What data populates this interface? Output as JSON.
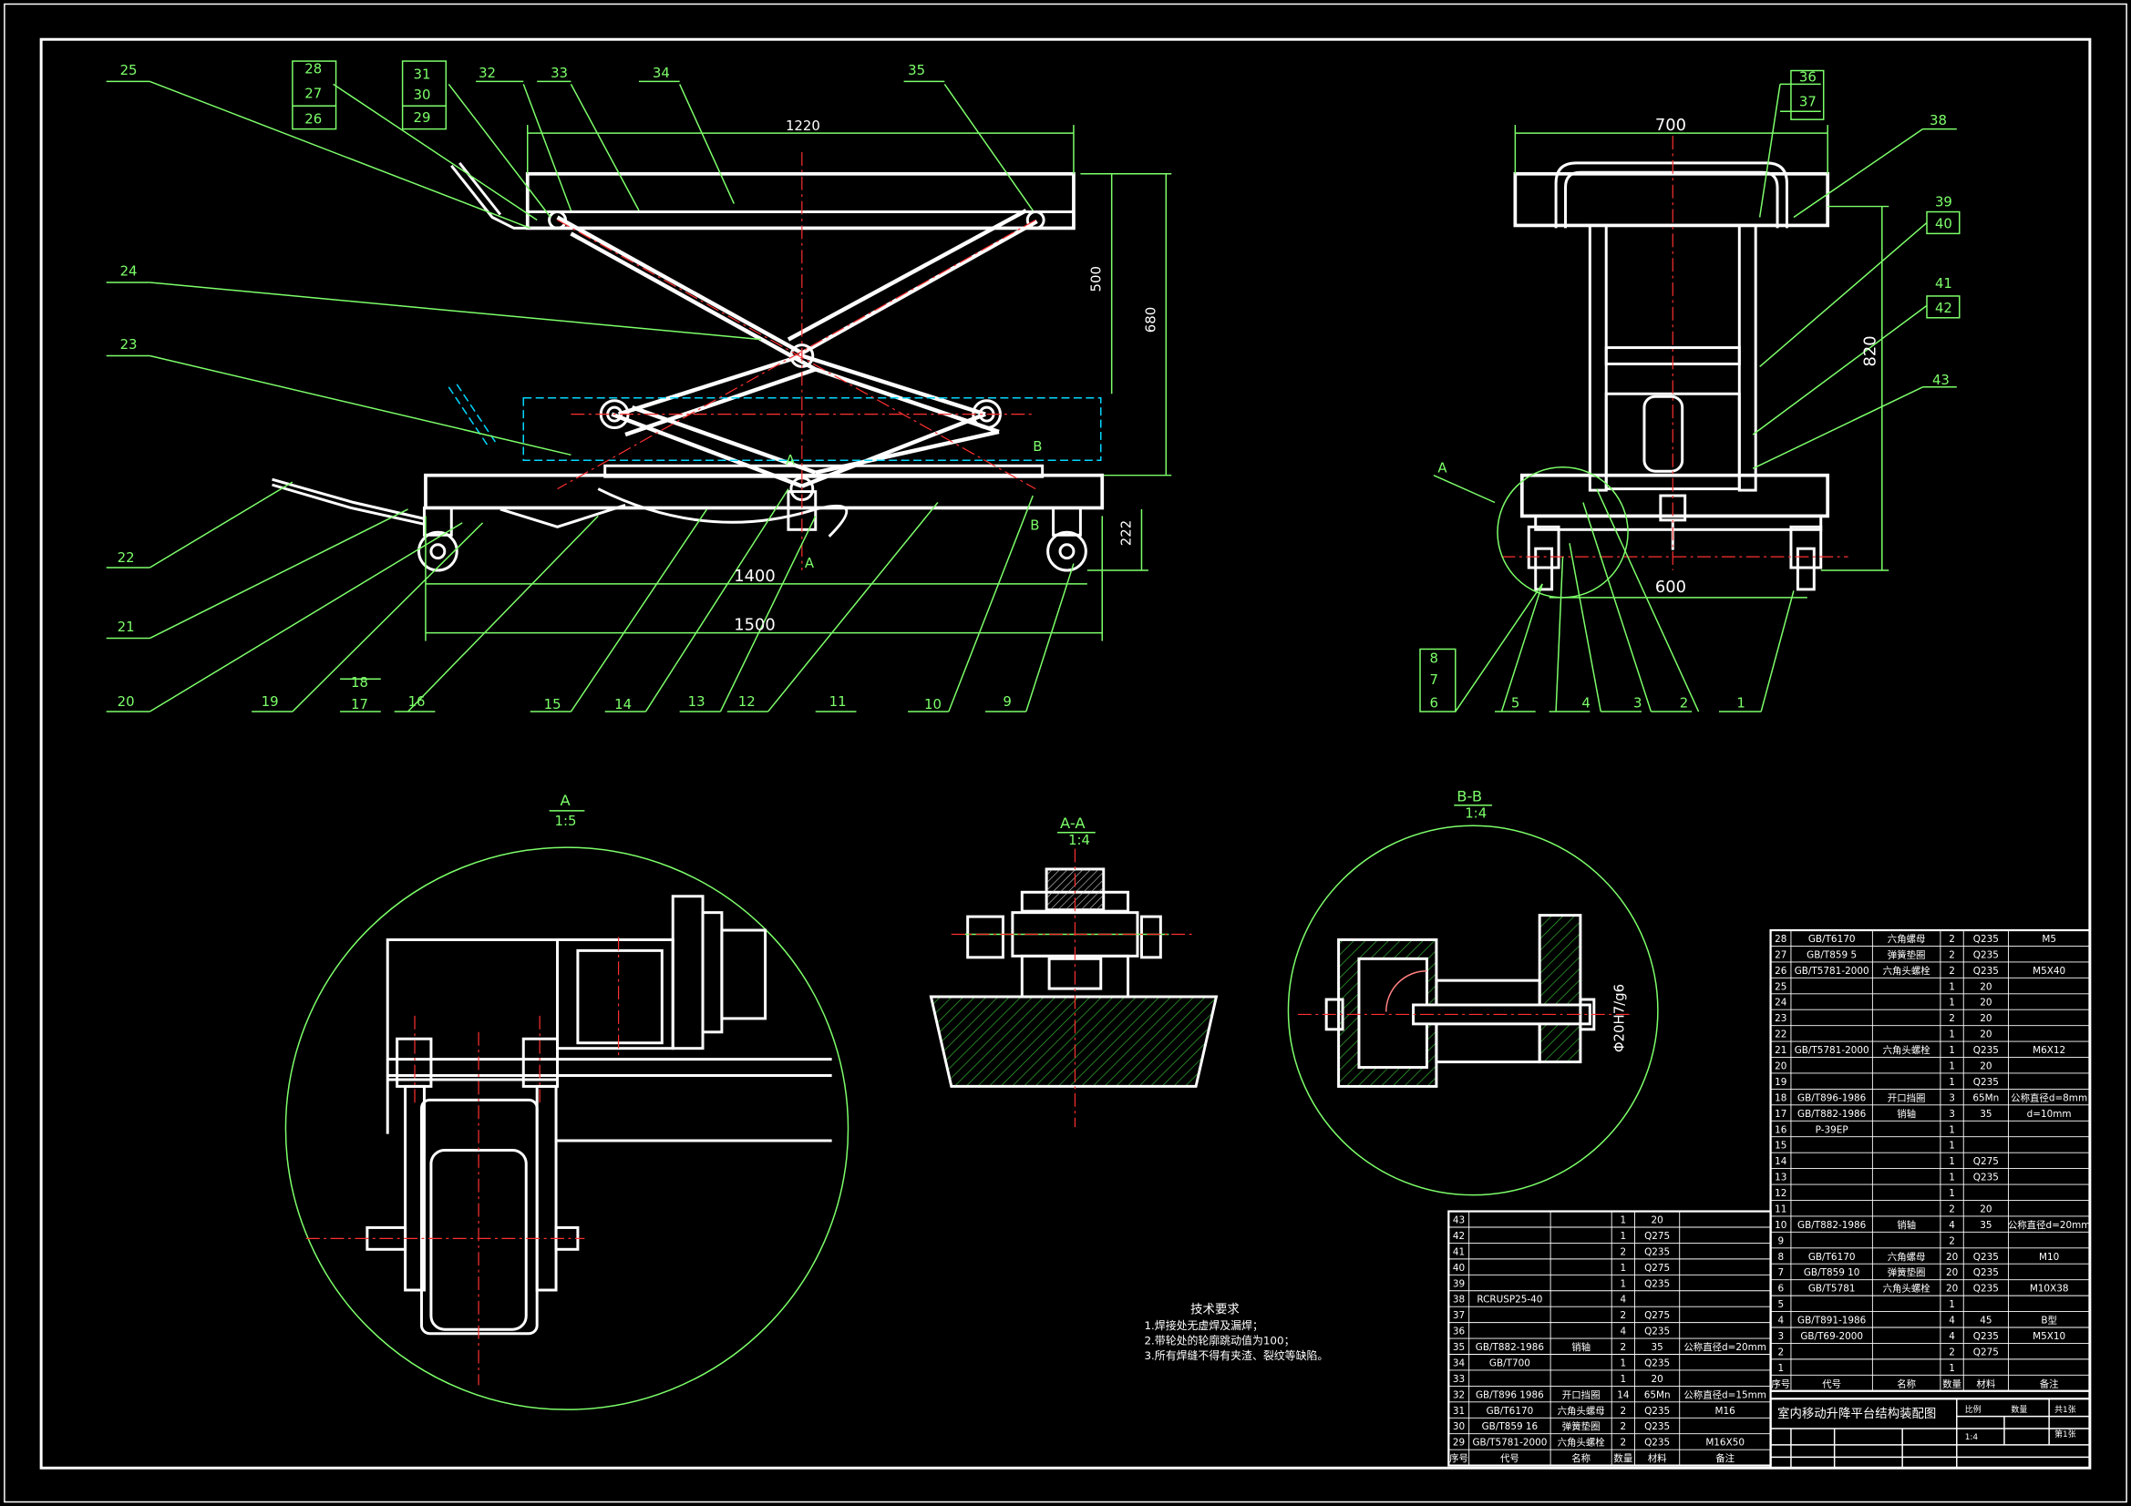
{
  "main_view": {
    "dims": {
      "top_width": "1220",
      "height_500": "500",
      "height_680": "680",
      "height_222": "222",
      "length_1400": "1400",
      "length_1500": "1500"
    },
    "section_marks": {
      "a_top": "A",
      "a_bottom": "A",
      "b_left": "B",
      "b_right": "B"
    },
    "callouts_top": [
      "25",
      "28",
      "27",
      "26",
      "31",
      "30",
      "29",
      "32",
      "33",
      "34",
      "35"
    ],
    "callouts_left": [
      "24",
      "23",
      "22",
      "21"
    ],
    "callouts_bottom": [
      "20",
      "19",
      "18",
      "17",
      "16",
      "15",
      "14",
      "13",
      "12",
      "11",
      "10",
      "9"
    ]
  },
  "side_view": {
    "dims": {
      "width_700": "700",
      "height_820": "820",
      "width_600": "600"
    },
    "detail_mark": "A",
    "callouts_top": [
      "36",
      "37",
      "38",
      "39",
      "40",
      "41",
      "42",
      "43"
    ],
    "callouts_bottom": [
      "8",
      "7",
      "6",
      "5",
      "4",
      "3",
      "2",
      "1"
    ]
  },
  "detail_a": {
    "title": "A",
    "scale": "1:5"
  },
  "section_aa": {
    "title": "A-A",
    "scale": "1:4"
  },
  "section_bb": {
    "title": "B-B",
    "scale": "1:4",
    "fit_label": "Φ20H7/g6"
  },
  "tech_notes": {
    "title": "技术要求",
    "lines": [
      "1.焊接处无虚焊及漏焊；",
      "2.带轮处的轮廓跳动值为100；",
      "3.所有焊缝不得有夹渣、裂纹等缺陷。"
    ]
  },
  "bom_right": {
    "rows": [
      [
        "28",
        "GB/T6170",
        "六角螺母",
        "2",
        "Q235",
        "M5"
      ],
      [
        "27",
        "GB/T859 5",
        "弹簧垫圈",
        "2",
        "Q235",
        ""
      ],
      [
        "26",
        "GB/T5781-2000",
        "六角头螺栓",
        "2",
        "Q235",
        "M5X40"
      ],
      [
        "25",
        "",
        "",
        "1",
        "20",
        ""
      ],
      [
        "24",
        "",
        "",
        "1",
        "20",
        ""
      ],
      [
        "23",
        "",
        "",
        "2",
        "20",
        ""
      ],
      [
        "22",
        "",
        "",
        "1",
        "20",
        ""
      ],
      [
        "21",
        "GB/T5781-2000",
        "六角头螺栓",
        "1",
        "Q235",
        "M6X12"
      ],
      [
        "20",
        "",
        "",
        "1",
        "20",
        ""
      ],
      [
        "19",
        "",
        "",
        "1",
        "Q235",
        ""
      ],
      [
        "18",
        "GB/T896-1986",
        "开口挡圈",
        "3",
        "65Mn",
        "公称直径d=8mm"
      ],
      [
        "17",
        "GB/T882-1986",
        "销轴",
        "3",
        "35",
        "d=10mm"
      ],
      [
        "16",
        "P-39EP",
        "",
        "1",
        "",
        ""
      ],
      [
        "15",
        "",
        "",
        "1",
        "",
        ""
      ],
      [
        "14",
        "",
        "",
        "1",
        "Q275",
        ""
      ],
      [
        "13",
        "",
        "",
        "1",
        "Q235",
        ""
      ],
      [
        "12",
        "",
        "",
        "1",
        "",
        ""
      ],
      [
        "11",
        "",
        "",
        "2",
        "20",
        ""
      ],
      [
        "10",
        "GB/T882-1986",
        "销轴",
        "4",
        "35",
        "公称直径d=20mm"
      ],
      [
        "9",
        "",
        "",
        "2",
        "",
        ""
      ],
      [
        "8",
        "GB/T6170",
        "六角螺母",
        "20",
        "Q235",
        "M10"
      ],
      [
        "7",
        "GB/T859 10",
        "弹簧垫圈",
        "20",
        "Q235",
        ""
      ],
      [
        "6",
        "GB/T5781",
        "六角头螺栓",
        "20",
        "Q235",
        "M10X38"
      ],
      [
        "5",
        "",
        "",
        "1",
        "",
        ""
      ],
      [
        "4",
        "GB/T891-1986",
        "",
        "4",
        "45",
        "B型"
      ],
      [
        "3",
        "GB/T69-2000",
        "",
        "4",
        "Q235",
        "M5X10"
      ],
      [
        "2",
        "",
        "",
        "2",
        "Q275",
        ""
      ],
      [
        "1",
        "",
        "",
        "1",
        "",
        ""
      ]
    ],
    "header": [
      "序号",
      "代号",
      "名称",
      "数量",
      "材料",
      "备注"
    ]
  },
  "bom_left": {
    "rows": [
      [
        "43",
        "",
        "",
        "1",
        "20",
        ""
      ],
      [
        "42",
        "",
        "",
        "1",
        "Q275",
        ""
      ],
      [
        "41",
        "",
        "",
        "2",
        "Q235",
        ""
      ],
      [
        "40",
        "",
        "",
        "1",
        "Q275",
        ""
      ],
      [
        "39",
        "",
        "",
        "1",
        "Q235",
        ""
      ],
      [
        "38",
        "RCRUSP25-40",
        "",
        "4",
        "",
        ""
      ],
      [
        "37",
        "",
        "",
        "2",
        "Q275",
        ""
      ],
      [
        "36",
        "",
        "",
        "4",
        "Q235",
        ""
      ],
      [
        "35",
        "GB/T882-1986",
        "销轴",
        "2",
        "35",
        "公称直径d=20mm"
      ],
      [
        "34",
        "GB/T700",
        "",
        "1",
        "Q235",
        ""
      ],
      [
        "33",
        "",
        "",
        "1",
        "20",
        ""
      ],
      [
        "32",
        "GB/T896 1986",
        "开口挡圈",
        "14",
        "65Mn",
        "公称直径d=15mm"
      ],
      [
        "31",
        "GB/T6170",
        "六角头螺母",
        "2",
        "Q235",
        "M16"
      ],
      [
        "30",
        "GB/T859 16",
        "弹簧垫圈",
        "2",
        "Q235",
        ""
      ],
      [
        "29",
        "GB/T5781-2000",
        "六角头螺栓",
        "2",
        "Q235",
        "M16X50"
      ]
    ],
    "header": [
      "序号",
      "代号",
      "名称",
      "数量",
      "材料",
      "备注"
    ]
  },
  "title_block": {
    "name": "室内移动升降平台结构装配图",
    "scale_label": "比例",
    "scale": "1:4",
    "qty_label": "数量",
    "sheet": "共1张",
    "sheet2": "第1张"
  },
  "colors": {
    "outline": "#ffffff",
    "dim": "#7dff6a",
    "center": "#ff3030",
    "hidden": "#00d8ff",
    "frame": "#ffffff",
    "hatch": "#33aa33"
  }
}
